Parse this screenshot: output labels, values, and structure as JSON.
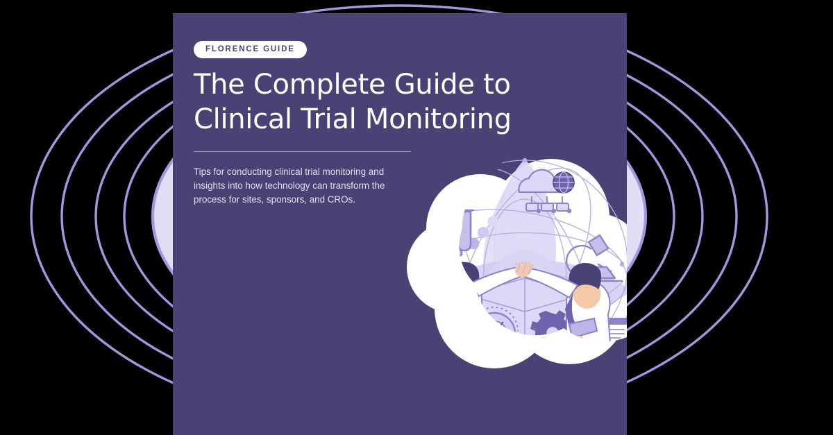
{
  "card": {
    "badge": {
      "label": "FLORENCE GUIDE"
    },
    "title": {
      "line1": "The Complete Guide to",
      "line2": "Clinical Trial Monitoring"
    },
    "description": "Tips for conducting clinical trial monitoring and insights into how technology can transform the process for sites, sponsors, and CROs."
  },
  "illustration": {
    "alt_name": "clinical-trial-monitoring-illustration",
    "icons": [
      "flask-icon",
      "test-tube-icon",
      "cloud-network-icon",
      "globe-icon",
      "microscope-icon",
      "gear-icon",
      "gauge-icon",
      "dashboard-window-icon",
      "bar-chart-tablet-icon"
    ],
    "figures": [
      "researcher-left",
      "researcher-right"
    ]
  },
  "colors": {
    "background": "#000000",
    "card": "#4A4175",
    "ring_stroke": "#A398DF",
    "inner_ellipse_fill": "#E2DEF5",
    "badge_bg": "#FFFFFF",
    "badge_text": "#4A4175",
    "title_text": "#FFFFFF",
    "body_text": "#E3E0EE",
    "rule": "#9C95BE",
    "illus_purple_dark": "#4A4175",
    "illus_purple_mid": "#8C83C9",
    "illus_purple_light": "#C9C2EE",
    "illus_purple_pale": "#DEDAF6",
    "illus_white": "#FFFFFF",
    "skin": "#F4C9A8"
  }
}
